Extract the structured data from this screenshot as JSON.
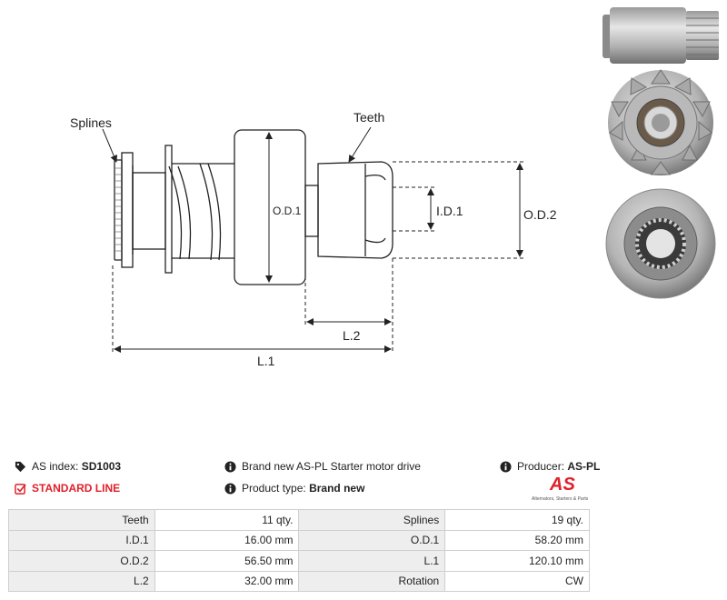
{
  "diagram": {
    "labels": {
      "splines": "Splines",
      "teeth": "Teeth",
      "od1": "O.D.1",
      "id1": "I.D.1",
      "od2": "O.D.2",
      "l2": "L.2",
      "l1": "L.1"
    }
  },
  "photos": [
    "side-view-photo",
    "front-gear-photo",
    "rear-splines-photo"
  ],
  "info": {
    "as_index_label": "AS index:",
    "as_index_value": "SD1003",
    "description": "Brand new AS-PL Starter motor drive",
    "producer_label": "Producer:",
    "producer_value": "AS-PL",
    "line": "STANDARD LINE",
    "product_type_label": "Product type:",
    "product_type_value": "Brand new",
    "logo_text": "AS",
    "logo_tagline": "Alternators, Starters & Parts"
  },
  "specs": [
    {
      "l1": "Teeth",
      "v1": "11 qty.",
      "l2": "Splines",
      "v2": "19 qty."
    },
    {
      "l1": "I.D.1",
      "v1": "16.00 mm",
      "l2": "O.D.1",
      "v2": "58.20 mm"
    },
    {
      "l1": "O.D.2",
      "v1": "56.50 mm",
      "l2": "L.1",
      "v2": "120.10 mm"
    },
    {
      "l1": "L.2",
      "v1": "32.00 mm",
      "l2": "Rotation",
      "v2": "CW"
    }
  ],
  "colors": {
    "accent": "#e0202a",
    "label_bg": "#eeeeee",
    "border": "#cfcfcf"
  }
}
